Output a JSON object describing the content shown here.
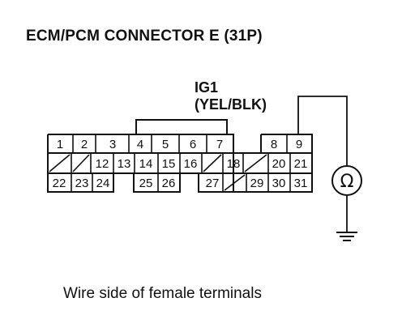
{
  "title": "ECM/PCM CONNECTOR E (31P)",
  "wire": {
    "name": "IG1",
    "color": "(YEL/BLK)"
  },
  "meter_symbol": "Ω",
  "caption": "Wire side of female terminals",
  "pins": {
    "row1": [
      "1",
      "2",
      "3",
      "4",
      "5",
      "6",
      "7",
      "8",
      "9"
    ],
    "row2": [
      "12",
      "13",
      "14",
      "15",
      "16",
      "18",
      "20",
      "21"
    ],
    "row3": [
      "22",
      "23",
      "24",
      "25",
      "26",
      "27",
      "29",
      "30",
      "31"
    ]
  }
}
